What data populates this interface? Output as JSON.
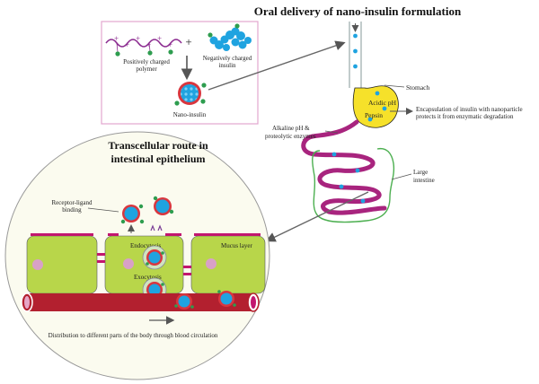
{
  "title": "Oral delivery of nano-insulin formulation",
  "formulation_box": {
    "polymer_label_line1": "Positively charged",
    "polymer_label_line2": "polymer",
    "plus_sign": "+",
    "insulin_label_line1": "Negatively charged",
    "insulin_label_line2": "insulin",
    "product_label": "Nano-insulin"
  },
  "gi_tract": {
    "stomach_label": "Stomach",
    "acidic_label": "Acidic pH",
    "pepsin_label": "Pepsin",
    "protection_note_line1": "Encapsulation of insulin with nanoparticle",
    "protection_note_line2": "protects it from enzymatic degradation",
    "alkaline_label_line1": "Alkaline pH &",
    "alkaline_label_line2": "proteolytic enzymes",
    "large_intestine_line1": "Large",
    "large_intestine_line2": "intestine"
  },
  "epithelium": {
    "title_line1": "Transcellular route in",
    "title_line2": "intestinal  epithelium",
    "receptor_label_line1": "Receptor-ligand",
    "receptor_label_line2": "binding",
    "endocytosis_label": "Endocytosis",
    "exocytosis_label": "Exocytosis",
    "mucus_label": "Mucus layer",
    "distribution_label": "Distribution to different parts of the body through blood circulation"
  },
  "colors": {
    "polymer": "#8b2a8f",
    "insulin": "#1fa3e0",
    "shell": "#d9363e",
    "ligand": "#2e9d4f",
    "cell": "#b8d64a",
    "mucus": "#c2166f",
    "blood": "#b3202f",
    "stomach": "#f6e12a",
    "intestine": "#4caf50"
  }
}
